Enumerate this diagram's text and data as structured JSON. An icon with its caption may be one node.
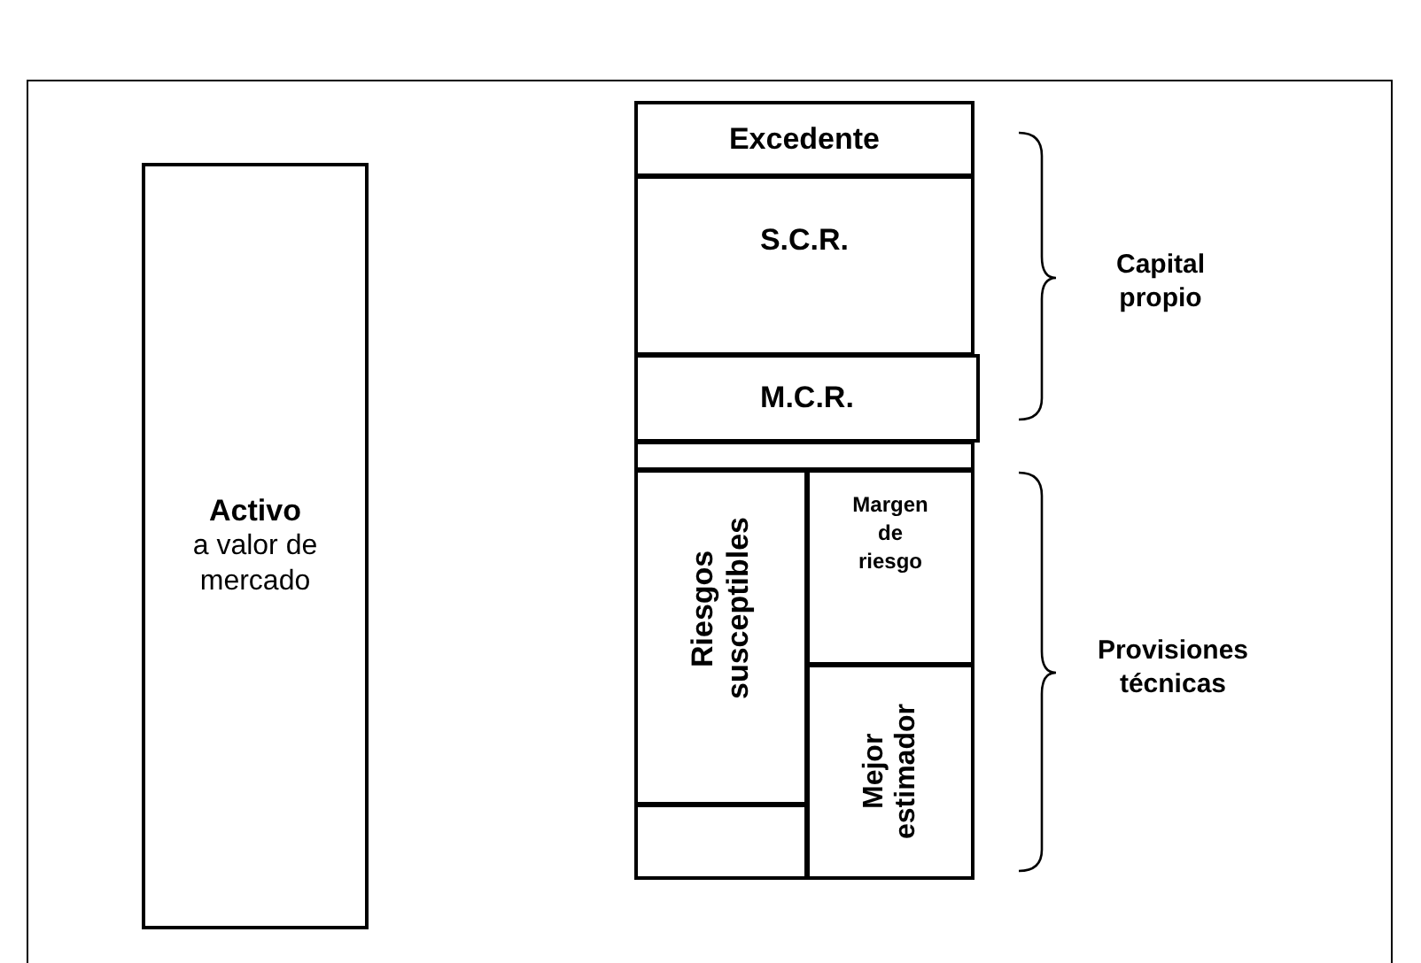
{
  "diagram": {
    "nodes": [
      {
        "text": [
          "Activo",
          "a valor de mercado"
        ]
      },
      {
        "text": [
          "Excedente"
        ]
      },
      {
        "text": [
          "S.C.R."
        ]
      },
      {
        "text": [
          "M.C.R."
        ]
      },
      {
        "text": [],
        "shape": "box"
      },
      {
        "text": [
          "Riesgos susceptibles"
        ]
      },
      {
        "text": [],
        "shape": "box"
      },
      {
        "text": [
          "Margen de riesgo"
        ]
      },
      {
        "text": [
          "Mejor estimador"
        ]
      }
    ],
    "labels": [
      "Capital propio",
      "Provisiones técnicas"
    ]
  }
}
